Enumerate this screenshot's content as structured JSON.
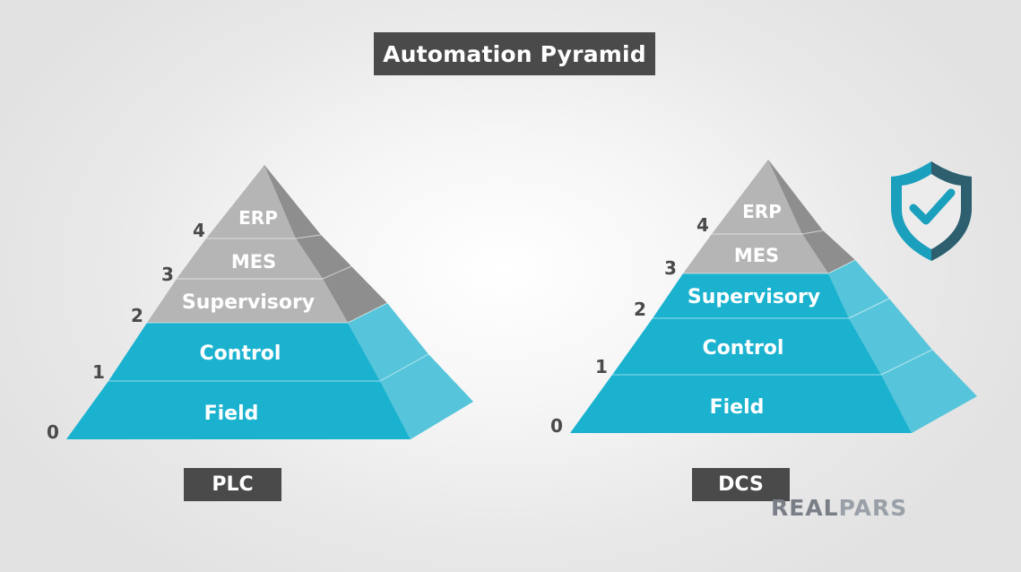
{
  "title": "Automation Pyramid",
  "colors": {
    "gray_front": "#b5b5b5",
    "gray_side": "#8e8e8e",
    "blue_front": "#1ab2cf",
    "blue_side": "#56c5db",
    "label_bg": "#4a4a4a",
    "shield": "#1a9fbd",
    "shield_dark": "#2d5f6e"
  },
  "pyramids": [
    {
      "label": "PLC",
      "layers": [
        {
          "level": "4",
          "name": "ERP",
          "tint": "gray"
        },
        {
          "level": "3",
          "name": "MES",
          "tint": "gray"
        },
        {
          "level": "2",
          "name": "Supervisory",
          "tint": "gray"
        },
        {
          "level": "1",
          "name": "Control",
          "tint": "blue"
        },
        {
          "level": "",
          "name": "Field",
          "tint": "blue"
        }
      ],
      "base_level": "0"
    },
    {
      "label": "DCS",
      "layers": [
        {
          "level": "4",
          "name": "ERP",
          "tint": "gray"
        },
        {
          "level": "3",
          "name": "MES",
          "tint": "gray"
        },
        {
          "level": "2",
          "name": "Supervisory",
          "tint": "blue"
        },
        {
          "level": "1",
          "name": "Control",
          "tint": "blue"
        },
        {
          "level": "",
          "name": "Field",
          "tint": "blue"
        }
      ],
      "base_level": "0",
      "badge_icon": "shield-check-icon"
    }
  ],
  "brand": {
    "part1": "REAL",
    "part2": "PARS"
  }
}
